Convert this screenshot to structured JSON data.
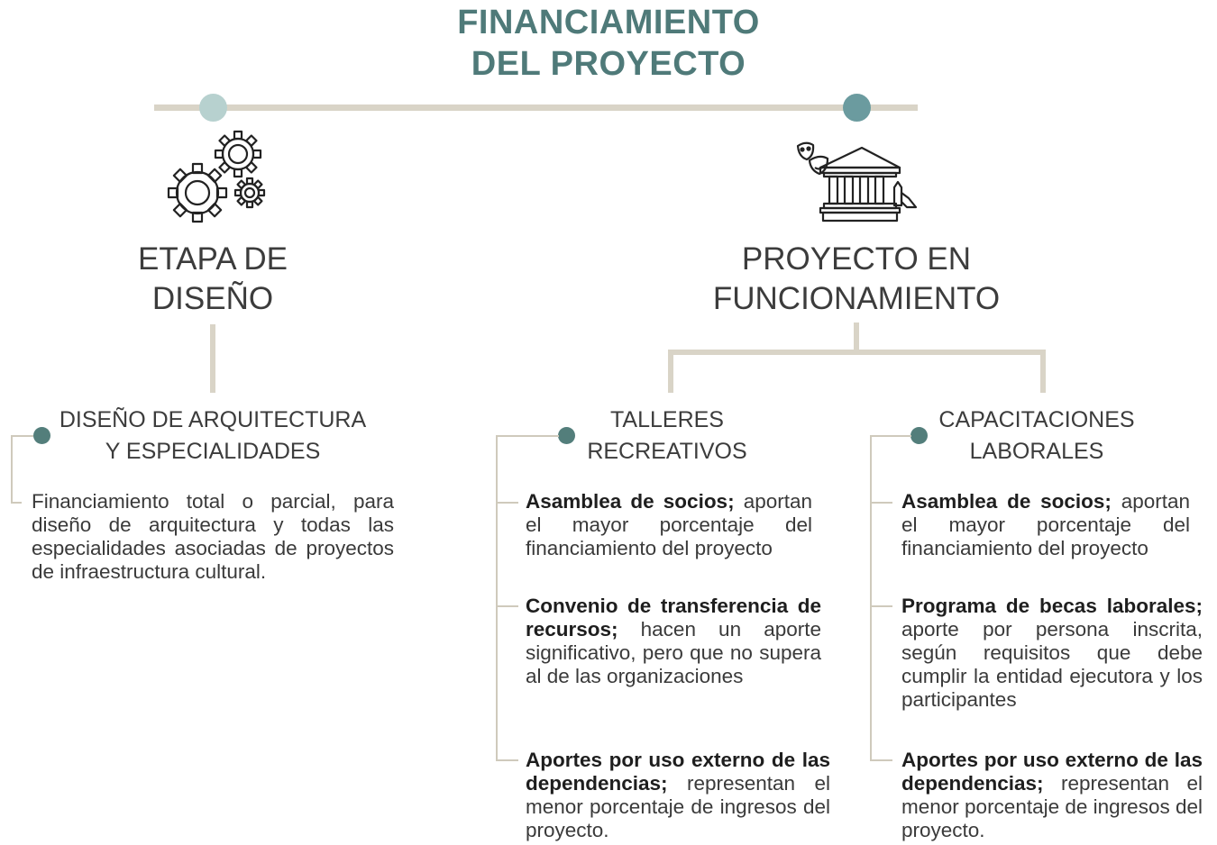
{
  "title": {
    "line1": "FINANCIAMIENTO",
    "line2": "DEL PROYECTO"
  },
  "colors": {
    "title": "#4f7a79",
    "connector": "#d9d4c7",
    "dot_light": "#b7d1cf",
    "dot_dark": "#6b9b9f",
    "bullet": "#537e7b"
  },
  "stages": [
    {
      "icon": "gears-icon",
      "line1": "ETAPA DE",
      "line2": "DISEÑO"
    },
    {
      "icon": "theater-building-icon",
      "line1": "PROYECTO EN",
      "line2": "FUNCIONAMIENTO"
    }
  ],
  "branches": [
    {
      "heading": {
        "line1": "DISEÑO DE ARQUITECTURA",
        "line2": "Y ESPECIALIDADES"
      },
      "items": [
        {
          "bold": "",
          "text": "Financiamiento total o parcial, para diseño de arquitectura y todas las especialidades asociadas de proyectos de infraestructura cultural."
        }
      ]
    },
    {
      "heading": {
        "line1": "TALLERES",
        "line2": "RECREATIVOS"
      },
      "items": [
        {
          "bold": "Asamblea de socios;",
          "text": " aportan el mayor porcentaje del financiamiento del proyecto"
        },
        {
          "bold": "Convenio de transferencia de recursos;",
          "text": " hacen un aporte significativo, pero que no supera al de las organizaciones"
        },
        {
          "bold": "Aportes por uso externo de las dependencias;",
          "text": " representan el menor porcentaje de ingresos del proyecto."
        }
      ]
    },
    {
      "heading": {
        "line1": "CAPACITACIONES",
        "line2": "LABORALES"
      },
      "items": [
        {
          "bold": "Asamblea de socios;",
          "text": " aportan el mayor porcentaje del financiamiento del proyecto"
        },
        {
          "bold": "Programa de becas laborales;",
          "text": " aporte por persona inscrita, según requisitos que debe cumplir la entidad ejecutora y los participantes"
        },
        {
          "bold": "Aportes por uso externo de las dependencias;",
          "text": " representan el menor porcentaje de ingresos del proyecto."
        }
      ]
    }
  ]
}
